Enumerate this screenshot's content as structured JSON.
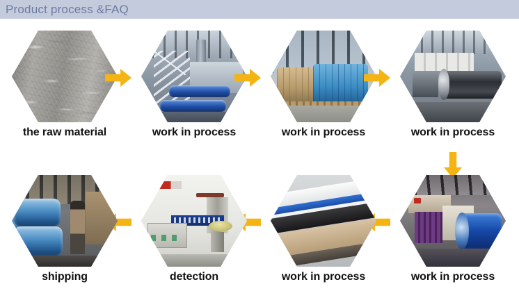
{
  "header": {
    "title": "Product process &FAQ",
    "bar_color": "#c4cbdd",
    "text_color": "#6d7c9f"
  },
  "theme": {
    "arrow_color": "#f3b414",
    "background": "#ffffff",
    "caption_color": "#121212"
  },
  "flow": {
    "type": "process-flow",
    "shape": "hexagon",
    "rows": 2,
    "columns": 4,
    "direction_row1": "left-to-right",
    "direction_row2": "right-to-left",
    "steps": [
      {
        "index": 1,
        "label": "the raw material",
        "photo": "gray-nonwoven-fibre-sheet",
        "icon": "hexagon-photo-raw-material"
      },
      {
        "index": 2,
        "label": "work in process",
        "photo": "production-line-with-blue-rollers-and-stairs",
        "icon": "hexagon-photo-production-line"
      },
      {
        "index": 3,
        "label": "work in process",
        "photo": "warehouse-with-tan-and-blue-fabric-rolls",
        "icon": "hexagon-photo-fabric-rolls"
      },
      {
        "index": 4,
        "label": "work in process",
        "photo": "machine-with-large-dark-cylinder-roller",
        "icon": "hexagon-photo-cylinder-machine"
      },
      {
        "index": 5,
        "label": "work in process",
        "photo": "blue-drum-on-purple-machine-in-factory",
        "icon": "hexagon-photo-blue-drum"
      },
      {
        "index": 6,
        "label": "work in process",
        "photo": "layered-fabric-samples-white-blue-black-tan",
        "icon": "hexagon-photo-layered-fabric"
      },
      {
        "index": 7,
        "label": "detection",
        "photo": "laboratory-testing-cabinet-with-blue-display",
        "icon": "hexagon-photo-lab-detection"
      },
      {
        "index": 8,
        "label": "shipping",
        "photo": "worker-with-large-blue-fabric-rolls",
        "icon": "hexagon-photo-shipping"
      }
    ],
    "arrows": [
      {
        "id": 1,
        "from": 1,
        "to": 2,
        "direction": "right",
        "icon": "arrow-right-icon"
      },
      {
        "id": 2,
        "from": 2,
        "to": 3,
        "direction": "right",
        "icon": "arrow-right-icon"
      },
      {
        "id": 3,
        "from": 3,
        "to": 4,
        "direction": "right",
        "icon": "arrow-right-icon"
      },
      {
        "id": 4,
        "from": 4,
        "to": 5,
        "direction": "down",
        "icon": "arrow-down-icon"
      },
      {
        "id": 5,
        "from": 5,
        "to": 6,
        "direction": "left",
        "icon": "arrow-left-icon"
      },
      {
        "id": 6,
        "from": 6,
        "to": 7,
        "direction": "left",
        "icon": "arrow-left-icon"
      },
      {
        "id": 7,
        "from": 7,
        "to": 8,
        "direction": "left",
        "icon": "arrow-left-icon"
      }
    ]
  }
}
